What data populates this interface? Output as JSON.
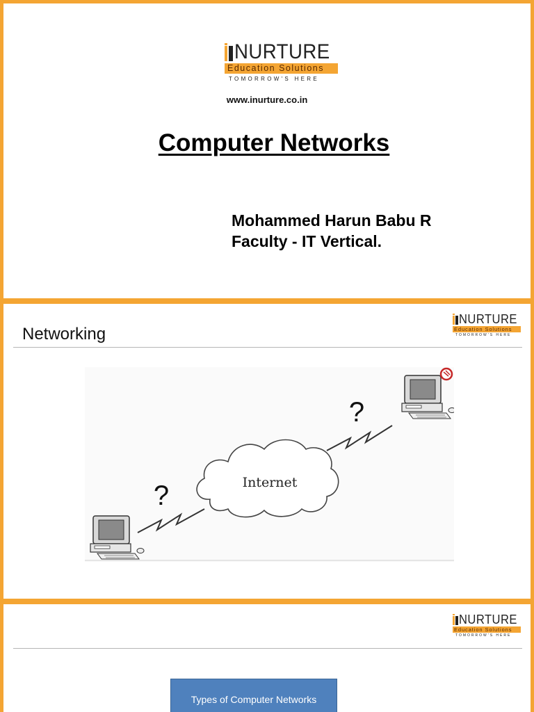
{
  "logo": {
    "wordmark": "NURTURE",
    "band": "Education Solutions",
    "tagline": "TOMORROW'S HERE"
  },
  "slide1": {
    "website": "www.inurture.co.in",
    "title": "Computer Networks",
    "author_name": "Mohammed Harun Babu R",
    "author_role": "Faculty - IT Vertical."
  },
  "slide2": {
    "title": "Networking",
    "diagram": {
      "cloud_label": "Internet",
      "question_left": "?",
      "question_right": "?"
    }
  },
  "slide3": {
    "box_label": "Types of  Computer Networks"
  },
  "colors": {
    "frame": "#f4a533",
    "box": "#4f81bd"
  }
}
